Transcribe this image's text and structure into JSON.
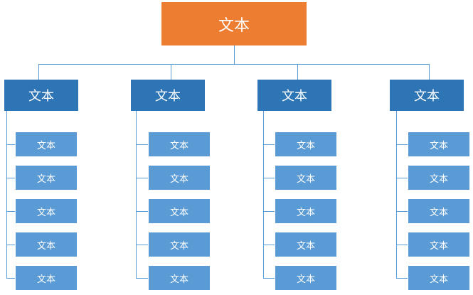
{
  "root": {
    "label": "文本"
  },
  "columns": [
    {
      "label": "文本",
      "children": [
        "文本",
        "文本",
        "文本",
        "文本",
        "文本"
      ]
    },
    {
      "label": "文本",
      "children": [
        "文本",
        "文本",
        "文本",
        "文本",
        "文本"
      ]
    },
    {
      "label": "文本",
      "children": [
        "文本",
        "文本",
        "文本",
        "文本",
        "文本"
      ]
    },
    {
      "label": "文本",
      "children": [
        "文本",
        "文本",
        "文本",
        "文本",
        "文本"
      ]
    }
  ],
  "colors": {
    "root": "#ed7d31",
    "head": "#2e75b6",
    "leaf": "#5b9bd5",
    "line": "#5b9bd5"
  }
}
